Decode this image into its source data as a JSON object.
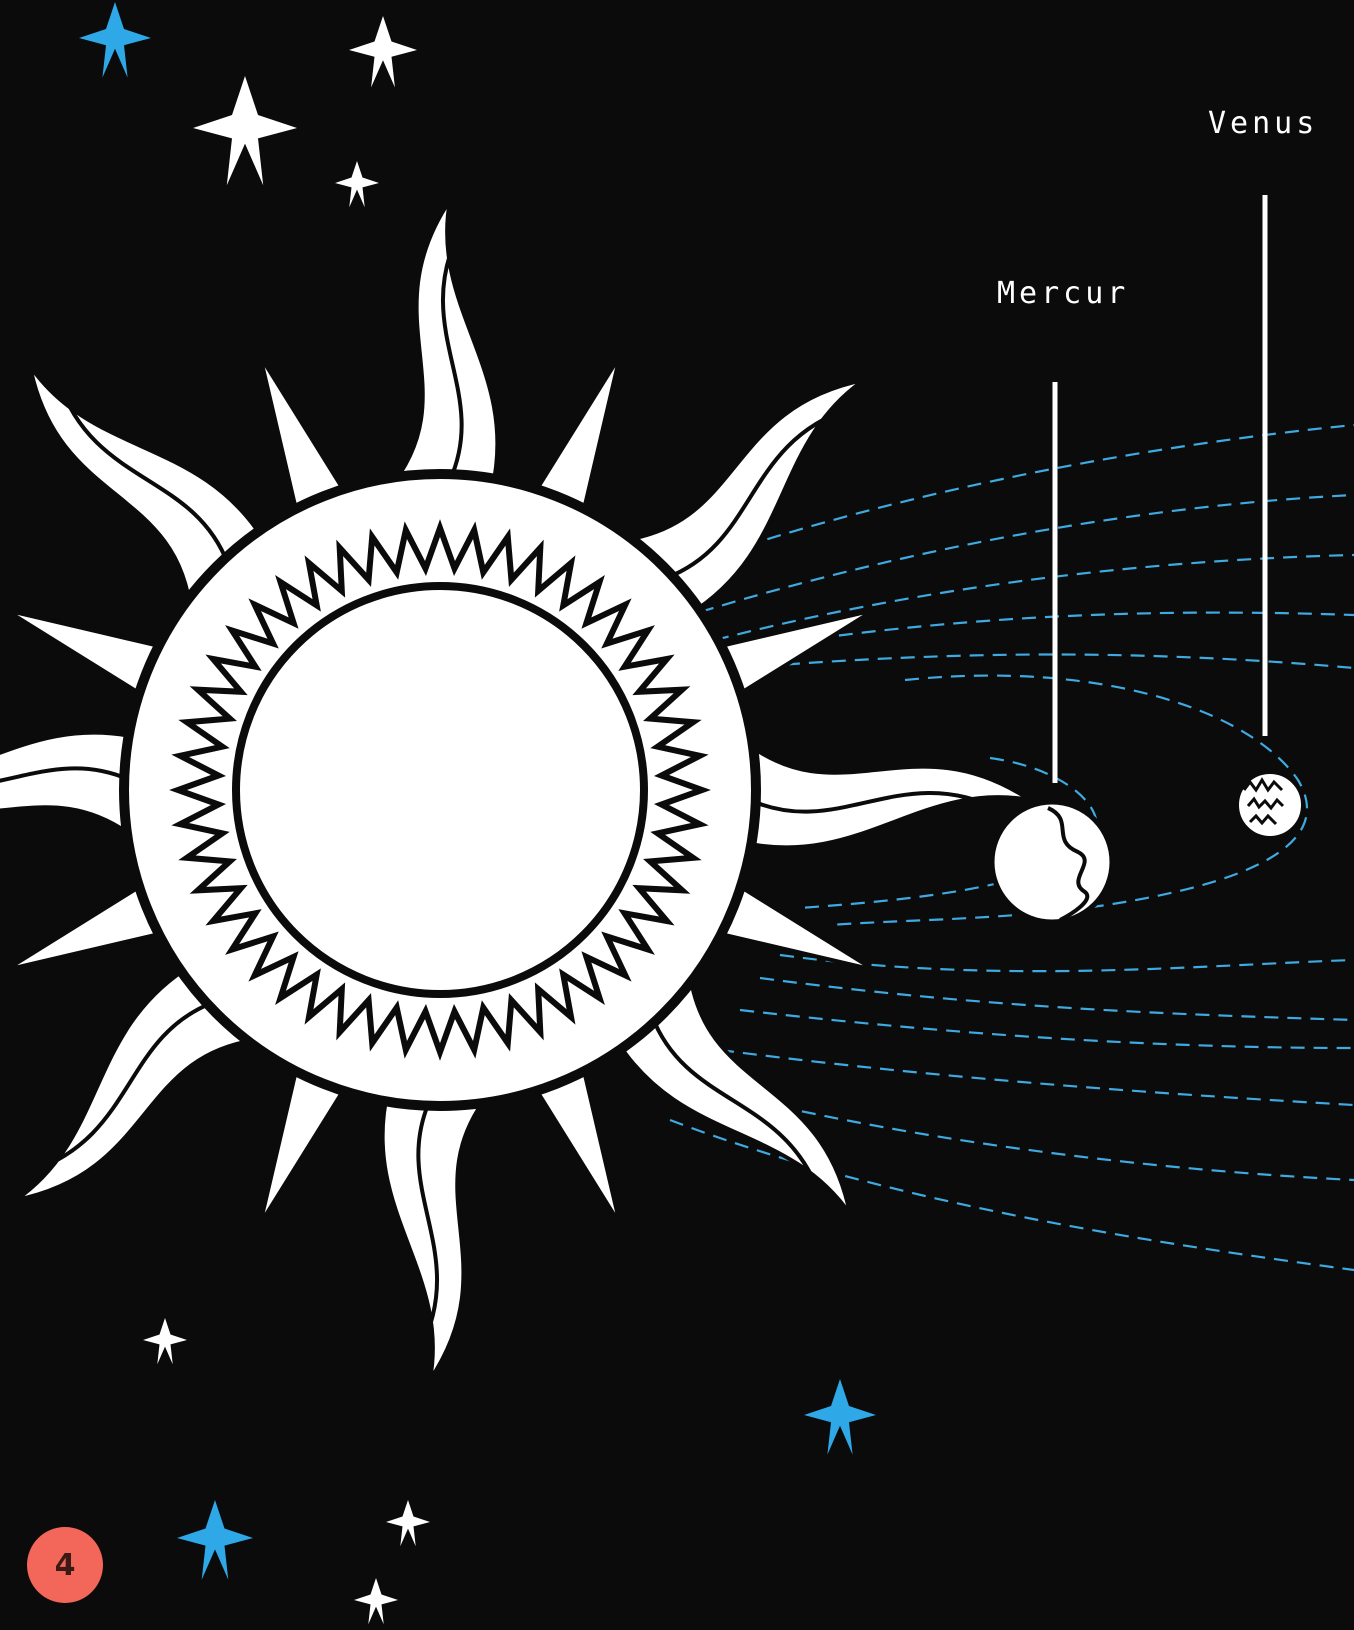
{
  "planets": {
    "mercury": {
      "label": "Mercur"
    },
    "venus": {
      "label": "Venus"
    }
  },
  "page_number": "4",
  "colors": {
    "background": "#0b0b0b",
    "sun": "#ffffff",
    "orbit": "#3fa9e0",
    "star_white": "#ffffff",
    "star_blue": "#2fa8e8",
    "page_badge": "#f2675a"
  }
}
